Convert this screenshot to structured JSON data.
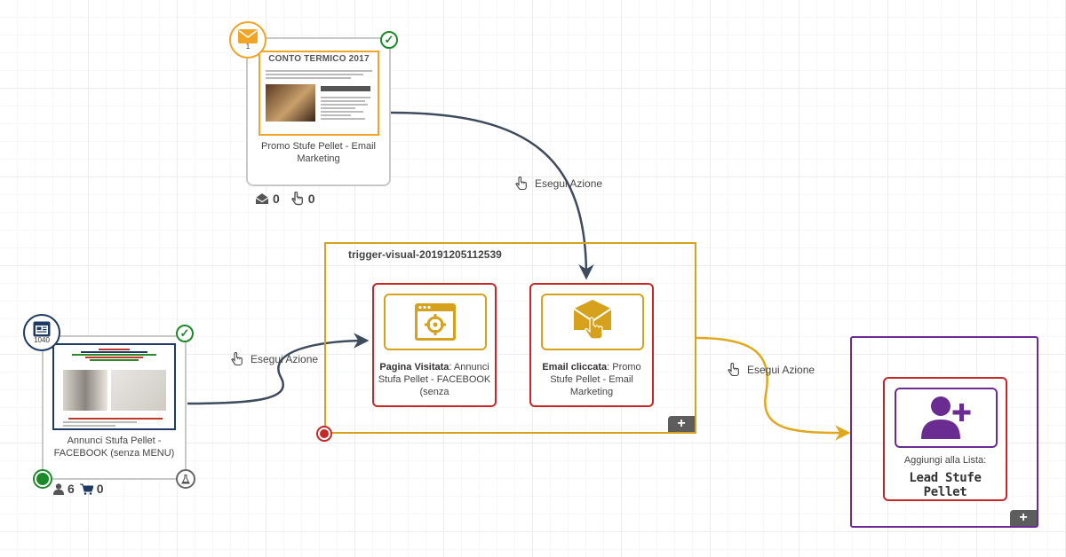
{
  "email_node": {
    "badge_count": "1",
    "preview_title": "CONTO TERMICO 2017",
    "label": "Promo Stufe Pellet - Email Marketing",
    "stats": {
      "opens": "0",
      "clicks": "0"
    },
    "icon": "envelope-icon",
    "status_icon": "check-icon"
  },
  "landing_node": {
    "badge_count": "1040",
    "label": "Annunci Stufa Pellet - FACEBOOK (senza MENU)",
    "stats": {
      "visitors": "6",
      "orders": "0"
    },
    "icon": "landing-page-icon"
  },
  "trigger_group": {
    "title": "trigger-visual-20191205112539",
    "cards": [
      {
        "type_label": "Pagina Visitata",
        "detail": "Annunci Stufa Pellet - FACEBOOK (senza",
        "icon": "crosshair-browser-icon"
      },
      {
        "type_label": "Email cliccata",
        "detail": "Promo Stufe Pellet - Email Marketing",
        "icon": "email-click-icon"
      }
    ],
    "add_label": "+"
  },
  "action_group": {
    "caption": "Aggiungi alla Lista:",
    "list_name": "Lead Stufe Pellet",
    "icon": "add-user-icon",
    "add_label": "+"
  },
  "edges": [
    {
      "label": "Esegui Azione"
    },
    {
      "label": "Esegui Azione"
    },
    {
      "label": "Esegui Azione"
    }
  ],
  "colors": {
    "email_accent": "#f0a526",
    "landing_accent": "#1f3b64",
    "trigger_border": "#d6a21e",
    "card_border": "#c62828",
    "action_border": "#6b2c91",
    "connector_dark": "#3d4b5c",
    "connector_gold": "#e0a81c",
    "success": "#1c8a2a"
  }
}
